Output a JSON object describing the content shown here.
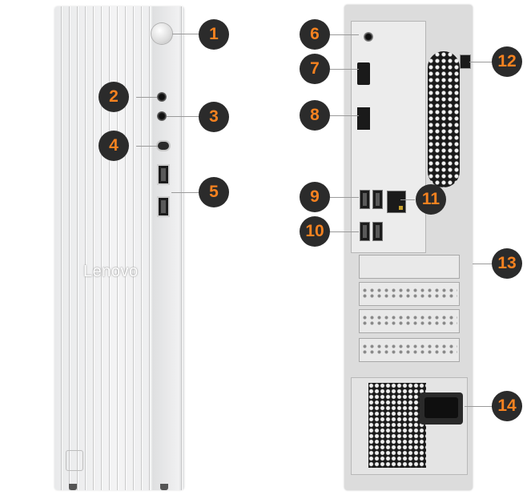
{
  "brand": "Lenovo",
  "callouts": [
    "1",
    "2",
    "3",
    "4",
    "5",
    "6",
    "7",
    "8",
    "9",
    "10",
    "11",
    "12",
    "13",
    "14"
  ],
  "colors": {
    "callout_fill": "#2b2b2b",
    "callout_text": "#f58220",
    "chassis": "#e9eaeb"
  },
  "icons": {
    "power_button": "power-button-icon",
    "audio_jack": "audio-jack-icon",
    "usb_c": "usb-c-port-icon",
    "usb_a": "usb-a-port-icon",
    "hdmi": "hdmi-port-icon",
    "displayport": "displayport-icon",
    "ethernet": "ethernet-port-icon",
    "security_slot": "security-lock-slot-icon",
    "expansion_slot": "expansion-slot-icon",
    "power_inlet": "power-connector-icon"
  }
}
